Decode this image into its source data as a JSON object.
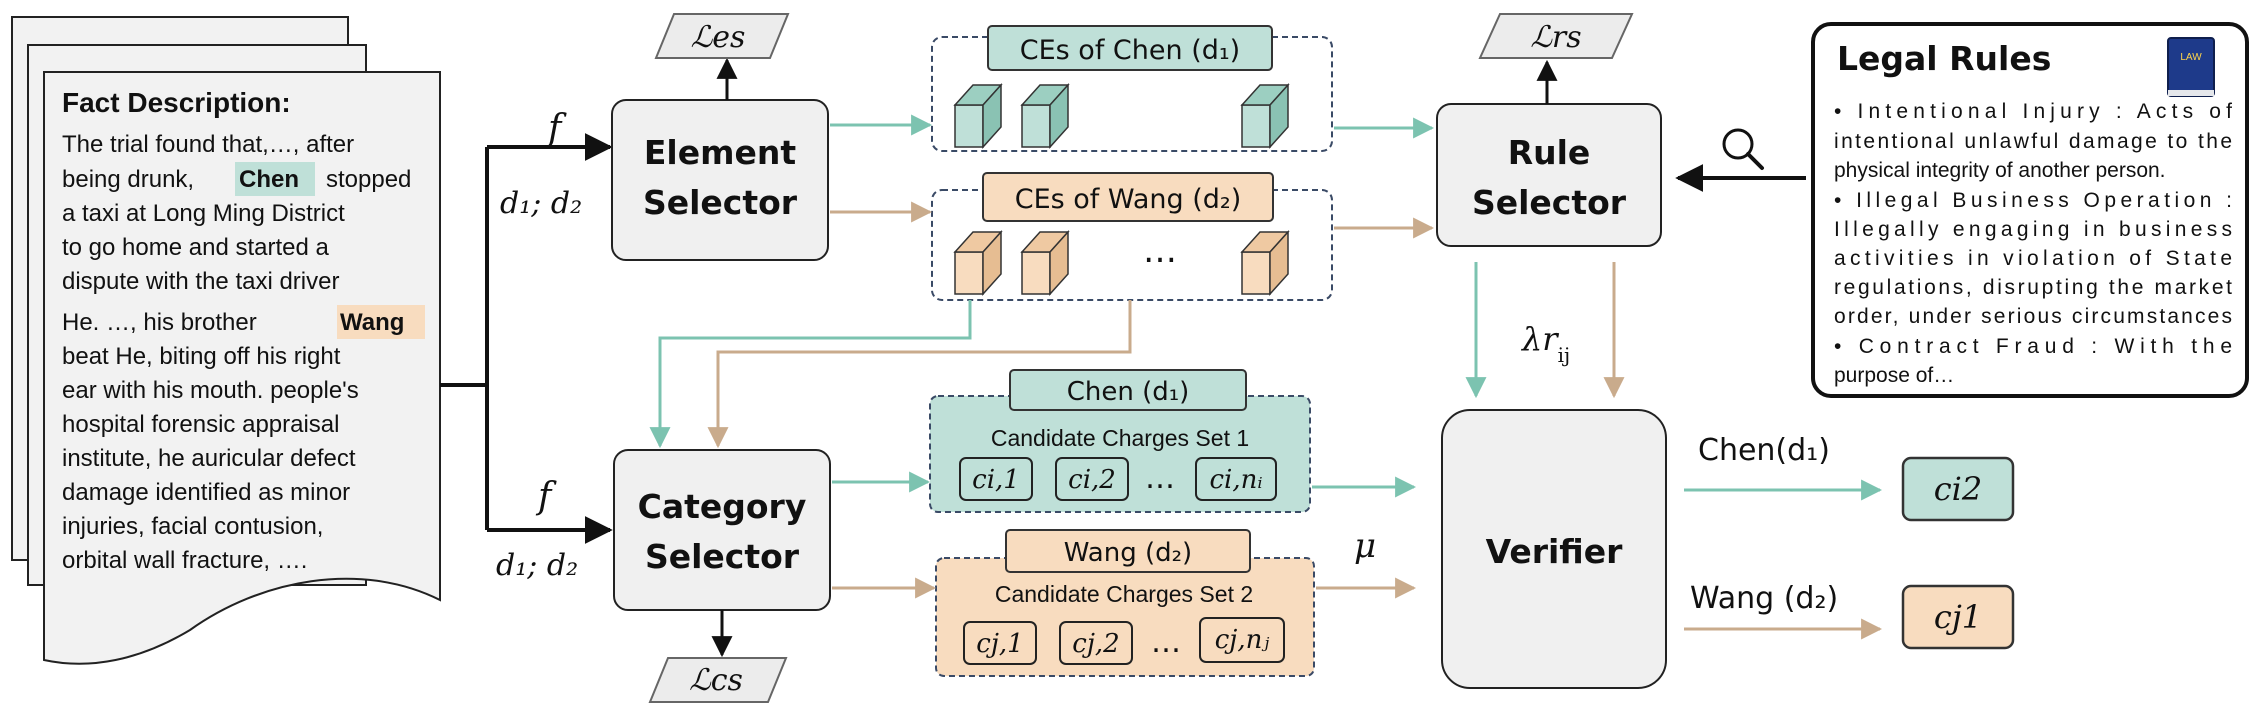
{
  "fact": {
    "title": "Fact Description:",
    "lines": [
      "The trial found that,…, after",
      "being drunk,",
      "Chen",
      "stopped",
      "a taxi at Long Ming District",
      "to go home and started a",
      "dispute with the taxi driver",
      "He. …, his brother",
      "Wang",
      "beat He, biting off his right",
      "ear with his mouth. people's",
      "hospital forensic appraisal",
      "institute, he auricular defect",
      "damage identified as minor",
      "injuries, facial contusion,",
      "orbital wall fracture, …."
    ]
  },
  "inputs": {
    "f_top": "f",
    "d_top": "d₁; d₂",
    "f_bottom": "f",
    "d_bottom": "d₁; d₂"
  },
  "element_selector": {
    "line1": "Element",
    "line2": "Selector",
    "loss": "ℒes"
  },
  "category_selector": {
    "line1": "Category",
    "line2": "Selector",
    "loss": "ℒcs"
  },
  "rule_selector": {
    "line1": "Rule",
    "line2": "Selector",
    "loss": "ℒrs"
  },
  "verifier": {
    "label": "Verifier",
    "lambda": "λr",
    "lambda_sub": "ij",
    "mu": "μ"
  },
  "ces": {
    "chen": "CEs of Chen (d₁)",
    "wang": "CEs of Wang (d₂)",
    "ellipsis": "…"
  },
  "candidates": {
    "chen_tag": "Chen (d₁)",
    "chen_title": "Candidate Charges Set 1",
    "chen_items": [
      "ci,1",
      "ci,2",
      "ci,nᵢ"
    ],
    "chen_ellipsis": "…",
    "wang_tag": "Wang (d₂)",
    "wang_title": "Candidate Charges Set 2",
    "wang_items": [
      "cj,1",
      "cj,2",
      "cj,nⱼ"
    ],
    "wang_ellipsis": "…"
  },
  "outputs": {
    "chen_label": "Chen(d₁)",
    "chen_result": "ci2",
    "wang_label": "Wang (d₂)",
    "wang_result": "cj1"
  },
  "legal_rules": {
    "title": "Legal Rules",
    "book_label": "LAW",
    "lines": [
      "• Intentional Injury : Acts of",
      "intentional unlawful damage to the",
      "physical integrity of another person.",
      "• Illegal Business Operation :",
      "Illegally engaging in business",
      "activities in violation of State",
      "regulations, disrupting the market",
      "order, under serious circumstances",
      "• Contract Fraud : With the",
      "purpose of…"
    ]
  },
  "colors": {
    "green_fill": "#bfe0d8",
    "green_line": "#7cc3b0",
    "orange_fill": "#f8dcbf",
    "tan_line": "#c9ab8c",
    "gray_fill": "#f0f0f0",
    "dashed_border": "#3a4a66"
  }
}
